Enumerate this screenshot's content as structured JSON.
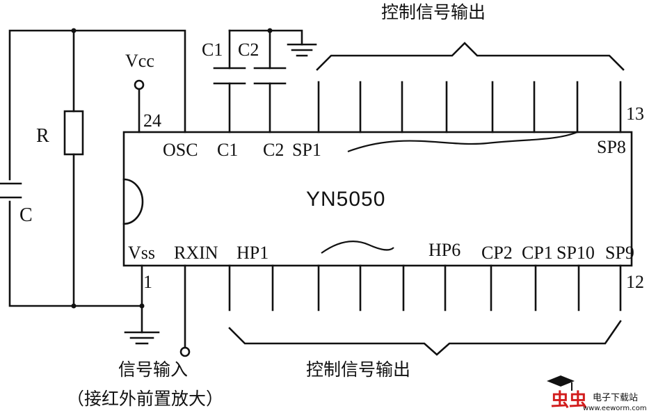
{
  "labels": {
    "top_output": "控制信号输出",
    "bottom_output": "控制信号输出",
    "signal_input": "信号输入",
    "signal_input_note": "（接红外前置放大）"
  },
  "components": {
    "resistor": "R",
    "capacitor": "C",
    "cap1": "C1",
    "cap2": "C2",
    "vcc": "Vcc"
  },
  "chip": {
    "name": "YN5050",
    "pin_24": "24",
    "pin_13": "13",
    "pin_1": "1",
    "pin_12": "12",
    "top_pins": [
      "OSC",
      "C1",
      "C2",
      "SP1",
      "SP8"
    ],
    "bottom_pins": [
      "Vss",
      "RXIN",
      "HP1",
      "HP6",
      "CP2",
      "CP1",
      "SP10",
      "SP9"
    ]
  },
  "watermark": {
    "logo": "虫虫",
    "text": "电子下载站",
    "url": "www.eeworm.com"
  }
}
